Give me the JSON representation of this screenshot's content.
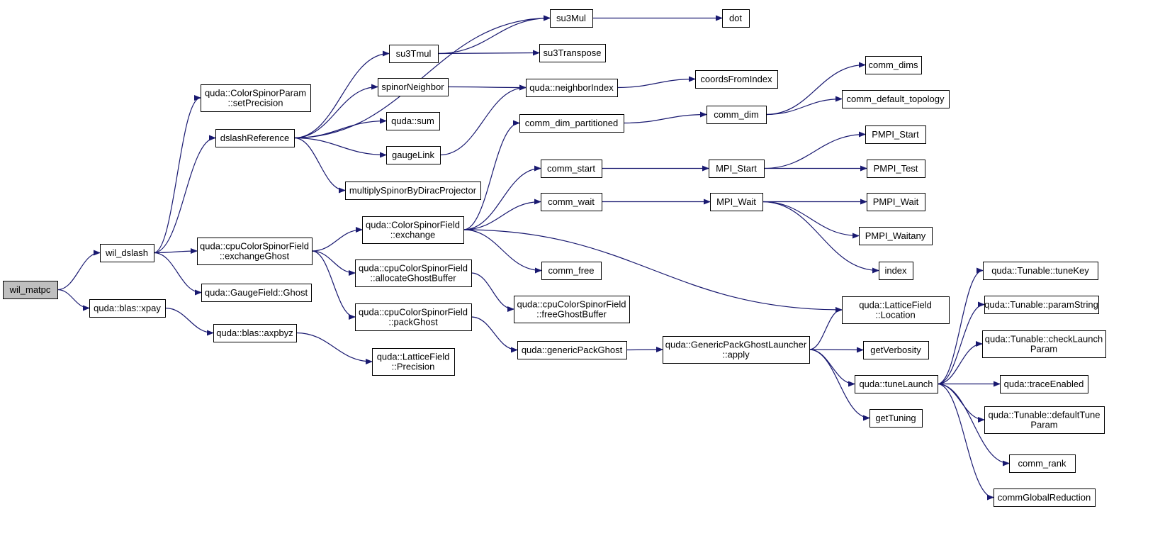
{
  "colors": {
    "edge": "#191970",
    "node_border": "#000000",
    "node_border_truncated": "#ff0000",
    "node_fill": "#ffffff",
    "root_fill": "#bfbfbf"
  },
  "graph": {
    "root": "wil_matpc",
    "nodes": [
      {
        "id": "wil_matpc",
        "lines": [
          "wil_matpc"
        ],
        "style": "root"
      },
      {
        "id": "wil_dslash",
        "lines": [
          "wil_dslash"
        ]
      },
      {
        "id": "blas_xpay",
        "lines": [
          "quda::blas::xpay"
        ]
      },
      {
        "id": "csp_setPrecision",
        "lines": [
          "quda::ColorSpinorParam",
          "::setPrecision"
        ]
      },
      {
        "id": "dslashReference",
        "lines": [
          "dslashReference"
        ]
      },
      {
        "id": "cpu_exchangeGhost",
        "lines": [
          "quda::cpuColorSpinorField",
          "::exchangeGhost"
        ]
      },
      {
        "id": "gaugefield_ghost",
        "lines": [
          "quda::GaugeField::Ghost"
        ]
      },
      {
        "id": "blas_axpbyz",
        "lines": [
          "quda::blas::axpbyz"
        ]
      },
      {
        "id": "su3Tmul",
        "lines": [
          "su3Tmul"
        ]
      },
      {
        "id": "spinorNeighbor",
        "lines": [
          "spinorNeighbor"
        ]
      },
      {
        "id": "quda_sum",
        "lines": [
          "quda::sum"
        ]
      },
      {
        "id": "gaugeLink",
        "lines": [
          "gaugeLink"
        ]
      },
      {
        "id": "multiplySpinor",
        "lines": [
          "multiplySpinorByDiracProjector"
        ]
      },
      {
        "id": "csf_exchange",
        "lines": [
          "quda::ColorSpinorField",
          "::exchange"
        ]
      },
      {
        "id": "cpu_allocateGhostBuffer",
        "lines": [
          "quda::cpuColorSpinorField",
          "::allocateGhostBuffer"
        ]
      },
      {
        "id": "cpu_packGhost",
        "lines": [
          "quda::cpuColorSpinorField",
          "::packGhost"
        ]
      },
      {
        "id": "lf_precision",
        "lines": [
          "quda::LatticeField",
          "::Precision"
        ]
      },
      {
        "id": "su3Mul",
        "lines": [
          "su3Mul"
        ]
      },
      {
        "id": "su3Transpose",
        "lines": [
          "su3Transpose"
        ]
      },
      {
        "id": "neighborIndex",
        "lines": [
          "quda::neighborIndex"
        ]
      },
      {
        "id": "comm_dim_partitioned",
        "lines": [
          "comm_dim_partitioned"
        ]
      },
      {
        "id": "comm_start",
        "lines": [
          "comm_start"
        ]
      },
      {
        "id": "comm_wait",
        "lines": [
          "comm_wait"
        ]
      },
      {
        "id": "comm_free",
        "lines": [
          "comm_free"
        ]
      },
      {
        "id": "cpu_freeGhostBuffer",
        "lines": [
          "quda::cpuColorSpinorField",
          "::freeGhostBuffer"
        ]
      },
      {
        "id": "genericPackGhost",
        "lines": [
          "quda::genericPackGhost"
        ]
      },
      {
        "id": "dot",
        "lines": [
          "dot"
        ]
      },
      {
        "id": "coordsFromIndex",
        "lines": [
          "coordsFromIndex"
        ]
      },
      {
        "id": "comm_dim",
        "lines": [
          "comm_dim"
        ]
      },
      {
        "id": "MPI_Start",
        "lines": [
          "MPI_Start"
        ]
      },
      {
        "id": "MPI_Wait",
        "lines": [
          "MPI_Wait"
        ]
      },
      {
        "id": "gpgl_apply",
        "lines": [
          "quda::GenericPackGhostLauncher",
          "::apply"
        ]
      },
      {
        "id": "comm_dims",
        "lines": [
          "comm_dims"
        ]
      },
      {
        "id": "comm_default_topology",
        "lines": [
          "comm_default_topology"
        ]
      },
      {
        "id": "PMPI_Start",
        "lines": [
          "PMPI_Start"
        ]
      },
      {
        "id": "PMPI_Test",
        "lines": [
          "PMPI_Test"
        ]
      },
      {
        "id": "PMPI_Wait",
        "lines": [
          "PMPI_Wait"
        ]
      },
      {
        "id": "PMPI_Waitany",
        "lines": [
          "PMPI_Waitany"
        ]
      },
      {
        "id": "index",
        "lines": [
          "index"
        ]
      },
      {
        "id": "lf_location",
        "lines": [
          "quda::LatticeField",
          "::Location"
        ]
      },
      {
        "id": "getVerbosity",
        "lines": [
          "getVerbosity"
        ]
      },
      {
        "id": "tuneLaunch",
        "lines": [
          "quda::tuneLaunch"
        ],
        "style": "truncated"
      },
      {
        "id": "getTuning",
        "lines": [
          "getTuning"
        ],
        "style": "truncated"
      },
      {
        "id": "tuneKey",
        "lines": [
          "quda::Tunable::tuneKey"
        ]
      },
      {
        "id": "paramString",
        "lines": [
          "quda::Tunable::paramString"
        ]
      },
      {
        "id": "checkLaunchParam",
        "lines": [
          "quda::Tunable::checkLaunch",
          "Param"
        ]
      },
      {
        "id": "traceEnabled",
        "lines": [
          "quda::traceEnabled"
        ],
        "style": "truncated"
      },
      {
        "id": "defaultTuneParam",
        "lines": [
          "quda::Tunable::defaultTune",
          "Param"
        ]
      },
      {
        "id": "comm_rank",
        "lines": [
          "comm_rank"
        ]
      },
      {
        "id": "commGlobalReduction",
        "lines": [
          "commGlobalReduction"
        ]
      }
    ],
    "edges": [
      [
        "wil_matpc",
        "wil_dslash"
      ],
      [
        "wil_matpc",
        "blas_xpay"
      ],
      [
        "wil_dslash",
        "csp_setPrecision"
      ],
      [
        "wil_dslash",
        "dslashReference"
      ],
      [
        "wil_dslash",
        "cpu_exchangeGhost"
      ],
      [
        "wil_dslash",
        "gaugefield_ghost"
      ],
      [
        "blas_xpay",
        "blas_axpbyz"
      ],
      [
        "blas_axpbyz",
        "lf_precision"
      ],
      [
        "dslashReference",
        "su3Mul"
      ],
      [
        "dslashReference",
        "su3Tmul"
      ],
      [
        "dslashReference",
        "spinorNeighbor"
      ],
      [
        "dslashReference",
        "quda_sum"
      ],
      [
        "dslashReference",
        "gaugeLink"
      ],
      [
        "dslashReference",
        "multiplySpinor"
      ],
      [
        "su3Tmul",
        "su3Mul"
      ],
      [
        "su3Tmul",
        "su3Transpose"
      ],
      [
        "su3Mul",
        "dot"
      ],
      [
        "spinorNeighbor",
        "neighborIndex"
      ],
      [
        "gaugeLink",
        "neighborIndex"
      ],
      [
        "neighborIndex",
        "coordsFromIndex"
      ],
      [
        "cpu_exchangeGhost",
        "csf_exchange"
      ],
      [
        "cpu_exchangeGhost",
        "cpu_allocateGhostBuffer"
      ],
      [
        "cpu_exchangeGhost",
        "cpu_packGhost"
      ],
      [
        "cpu_allocateGhostBuffer",
        "cpu_freeGhostBuffer"
      ],
      [
        "cpu_packGhost",
        "genericPackGhost"
      ],
      [
        "csf_exchange",
        "comm_dim_partitioned"
      ],
      [
        "csf_exchange",
        "comm_start"
      ],
      [
        "csf_exchange",
        "comm_wait"
      ],
      [
        "csf_exchange",
        "comm_free"
      ],
      [
        "csf_exchange",
        "lf_location"
      ],
      [
        "comm_dim_partitioned",
        "comm_dim"
      ],
      [
        "comm_dim",
        "comm_dims"
      ],
      [
        "comm_dim",
        "comm_default_topology"
      ],
      [
        "comm_start",
        "MPI_Start"
      ],
      [
        "MPI_Start",
        "PMPI_Start"
      ],
      [
        "MPI_Start",
        "PMPI_Test"
      ],
      [
        "comm_wait",
        "MPI_Wait"
      ],
      [
        "MPI_Wait",
        "PMPI_Wait"
      ],
      [
        "MPI_Wait",
        "PMPI_Waitany"
      ],
      [
        "MPI_Wait",
        "index"
      ],
      [
        "genericPackGhost",
        "gpgl_apply"
      ],
      [
        "gpgl_apply",
        "lf_location"
      ],
      [
        "gpgl_apply",
        "getVerbosity"
      ],
      [
        "gpgl_apply",
        "tuneLaunch"
      ],
      [
        "gpgl_apply",
        "getTuning"
      ],
      [
        "tuneLaunch",
        "tuneKey"
      ],
      [
        "tuneLaunch",
        "paramString"
      ],
      [
        "tuneLaunch",
        "checkLaunchParam"
      ],
      [
        "tuneLaunch",
        "traceEnabled"
      ],
      [
        "tuneLaunch",
        "defaultTuneParam"
      ],
      [
        "tuneLaunch",
        "comm_rank"
      ],
      [
        "tuneLaunch",
        "commGlobalReduction"
      ]
    ]
  }
}
